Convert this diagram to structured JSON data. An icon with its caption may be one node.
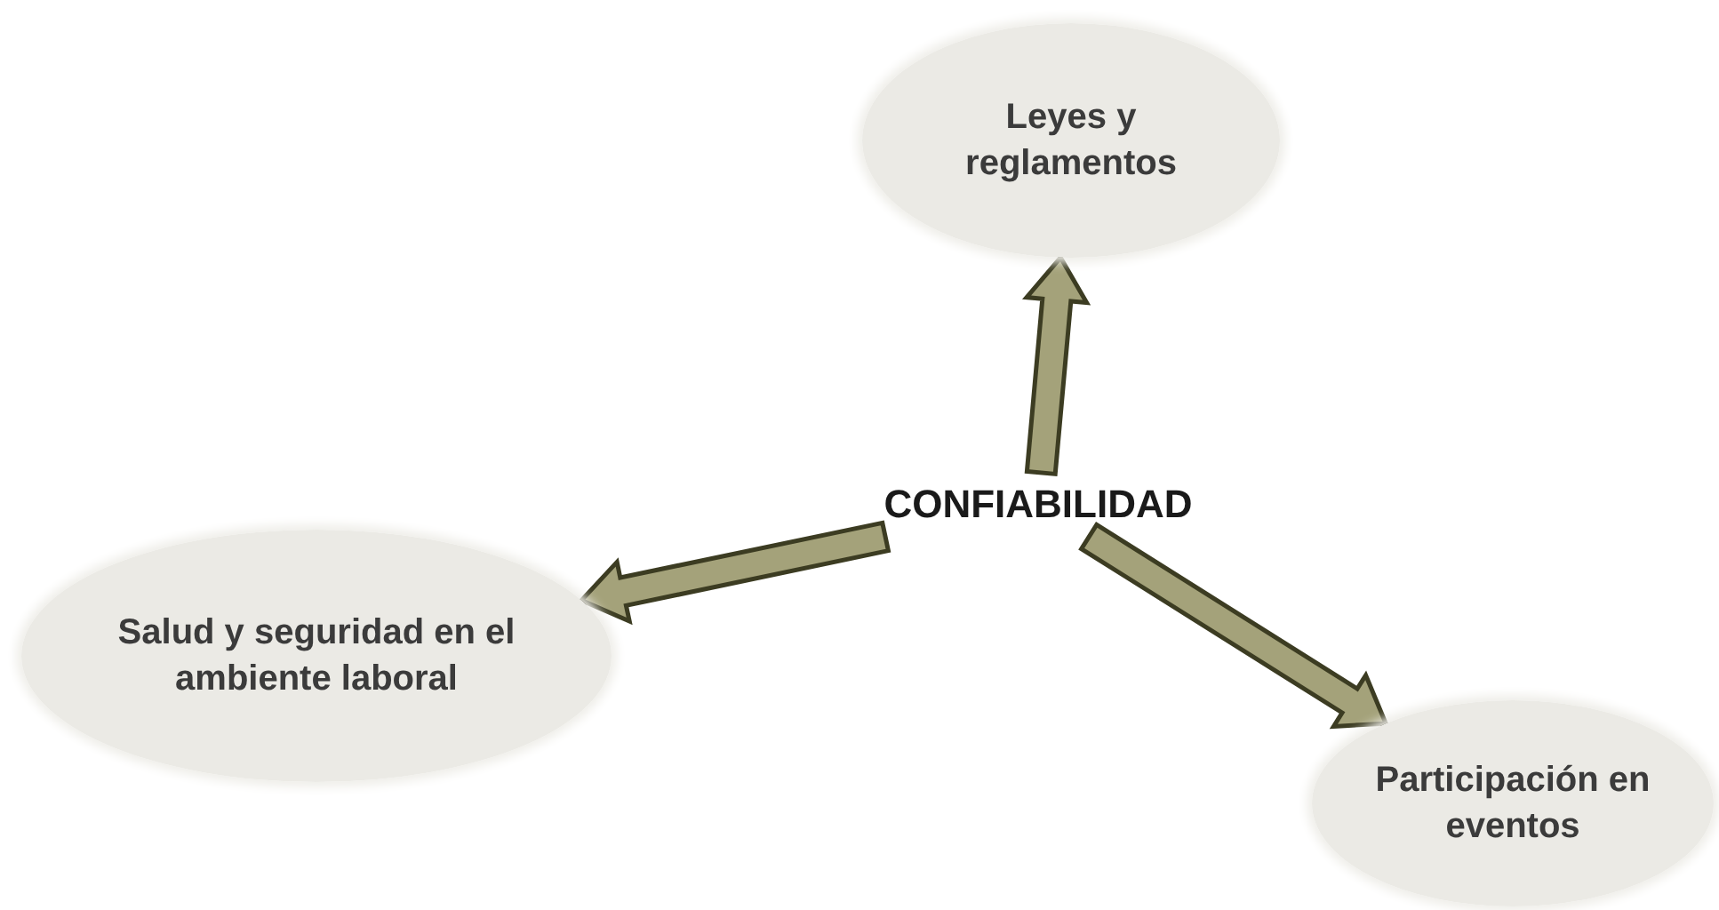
{
  "diagram": {
    "nodes": [
      {
        "text": [
          "CONFIABILIDAD"
        ]
      },
      {
        "text": [
          "Leyes y reglamentos"
        ]
      },
      {
        "text": [
          "Salud y seguridad en el ambiente laboral"
        ]
      },
      {
        "text": [
          "Participación en eventos"
        ]
      }
    ],
    "edges": [
      {
        "from": 0,
        "to": 1,
        "arrow": "to"
      },
      {
        "from": 0,
        "to": 2,
        "arrow": "to"
      },
      {
        "from": 0,
        "to": 3,
        "arrow": "to"
      }
    ]
  }
}
